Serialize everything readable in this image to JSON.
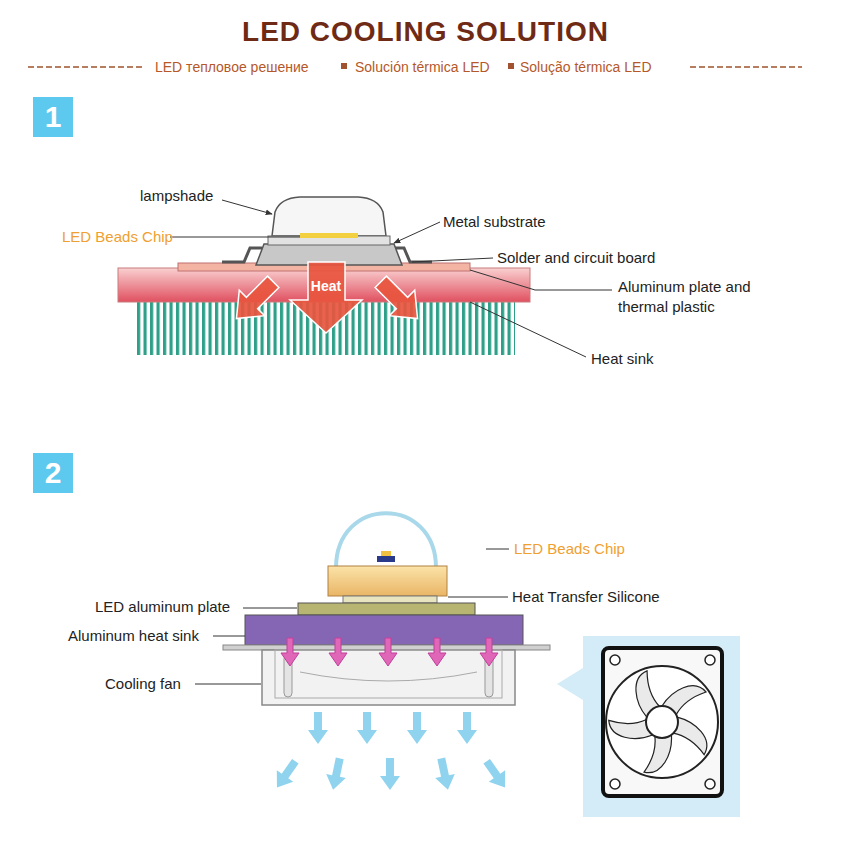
{
  "diagram": {
    "title": "LED COOLING SOLUTION",
    "nodes": [
      {
        "text": [
          "1"
        ]
      },
      {
        "text": [
          "2"
        ]
      }
    ],
    "labels": [
      "LED тепловое решение",
      "Solución térmica LED",
      "Solução térmica LED",
      "lampshade",
      "LED Beads Chip",
      "Metal substrate",
      "Solder and circuit board",
      "Aluminum plate and thermal plastic",
      "Heat sink",
      "Heat",
      "LED Beads Chip",
      "Heat Transfer Silicone",
      "LED aluminum plate",
      "Aluminum heat sink",
      "Cooling fan"
    ]
  }
}
